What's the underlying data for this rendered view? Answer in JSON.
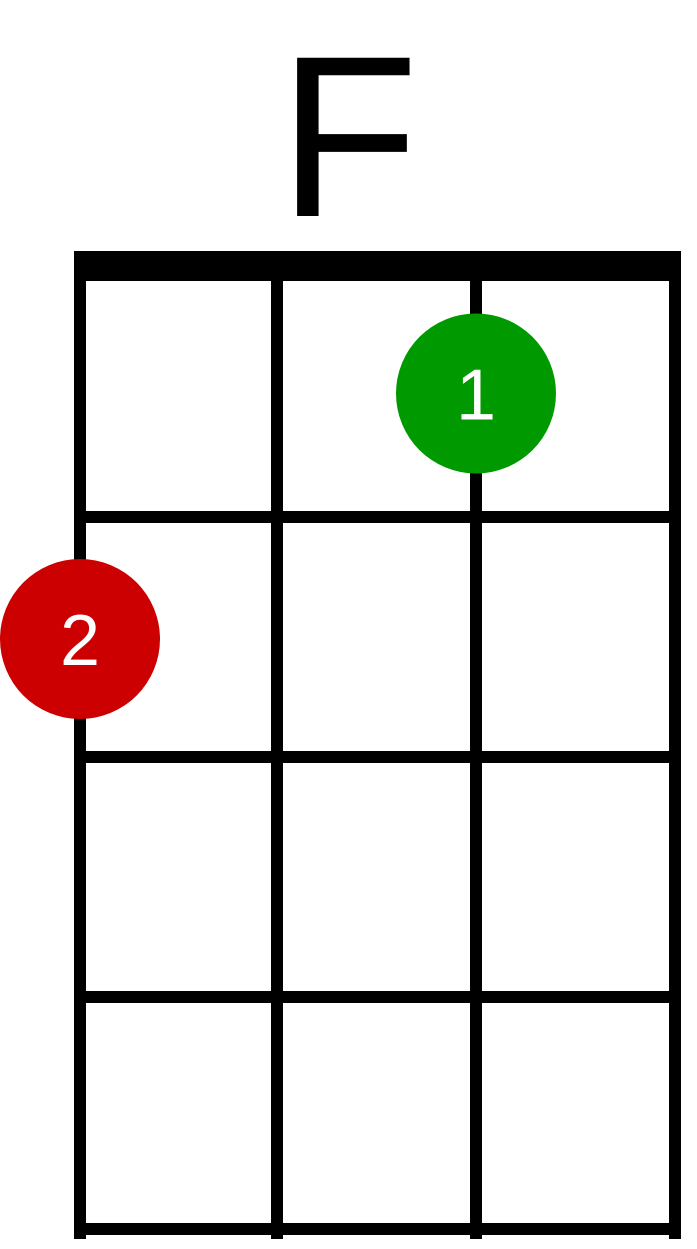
{
  "chord": {
    "name": "F",
    "strings": 4,
    "frets": 4,
    "line_color": "#000000",
    "background": "#ffffff",
    "fingers": [
      {
        "label": "1",
        "string": 3,
        "fret": 1,
        "color": "#009900"
      },
      {
        "label": "2",
        "string": 1,
        "fret": 2,
        "color": "#cc0000"
      }
    ]
  }
}
